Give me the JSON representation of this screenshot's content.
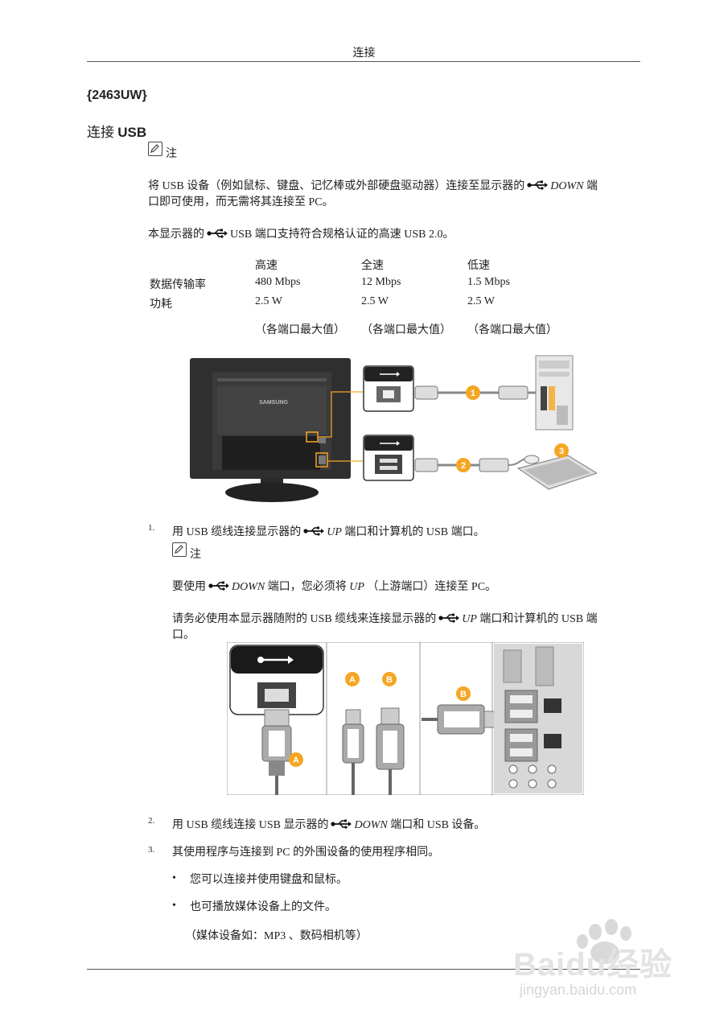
{
  "header": {
    "title": "连接"
  },
  "model": "{2463UW}",
  "section": {
    "prefix": "连接",
    "title": "USB"
  },
  "note_label": "注",
  "intro": {
    "p1_a": "将 USB 设备（例如鼠标、键盘、记忆棒或外部硬盘驱动器）连接至显示器的",
    "p1_down": "DOWN",
    "p1_b": "端",
    "p1_c": "口即可使用，而无需将其连接至 PC。",
    "p2_a": "本显示器的",
    "p2_b": "USB 端口支持符合规格认证的高速 USB 2.0。"
  },
  "spec_table": {
    "headers": [
      "",
      "高速",
      "全速",
      "低速"
    ],
    "rows": [
      [
        "数据传输率",
        "480 Mbps",
        "12 Mbps",
        "1.5 Mbps"
      ],
      [
        "功耗",
        "2.5 W",
        "2.5 W",
        "2.5 W"
      ],
      [
        "",
        "（各端口最大值）",
        "（各端口最大值）",
        "（各端口最大值）"
      ]
    ]
  },
  "diagram1": {
    "brand": "SAMSUNG",
    "markers": [
      "1",
      "2",
      "3"
    ]
  },
  "steps": [
    {
      "num": "1.",
      "a": "用 USB 缆线连接显示器的",
      "mode": "UP",
      "b": "端口和计算机的 USB 端口。"
    },
    {
      "num": "2.",
      "a": "用 USB 缆线连接 USB 显示器的",
      "mode": "DOWN",
      "b": "端口和 USB 设备。"
    },
    {
      "num": "3.",
      "text": "其使用程序与连接到 PC 的外围设备的使用程序相同。"
    }
  ],
  "note2": {
    "p1_a": "要使用",
    "p1_down": "DOWN",
    "p1_b": "端口，您必须将",
    "p1_up": "UP",
    "p1_c": "（上游端口）连接至 PC。",
    "p2_a": "请务必使用本显示器随附的 USB 缆线来连接显示器的",
    "p2_up": "UP",
    "p2_b": "端口和计算机的 USB 端",
    "p2_c": "口。"
  },
  "diagram2": {
    "markers": [
      "A",
      "B",
      "B",
      "A"
    ]
  },
  "bullets": [
    "您可以连接并使用键盘和鼠标。",
    "也可播放媒体设备上的文件。"
  ],
  "bullet_note": "（媒体设备如：MP3 、数码相机等）",
  "watermark": {
    "brand": "Baidu经验",
    "url": "jingyan.baidu.com"
  },
  "colors": {
    "accent": "#f5a623",
    "rule": "#555555",
    "text": "#222222"
  }
}
